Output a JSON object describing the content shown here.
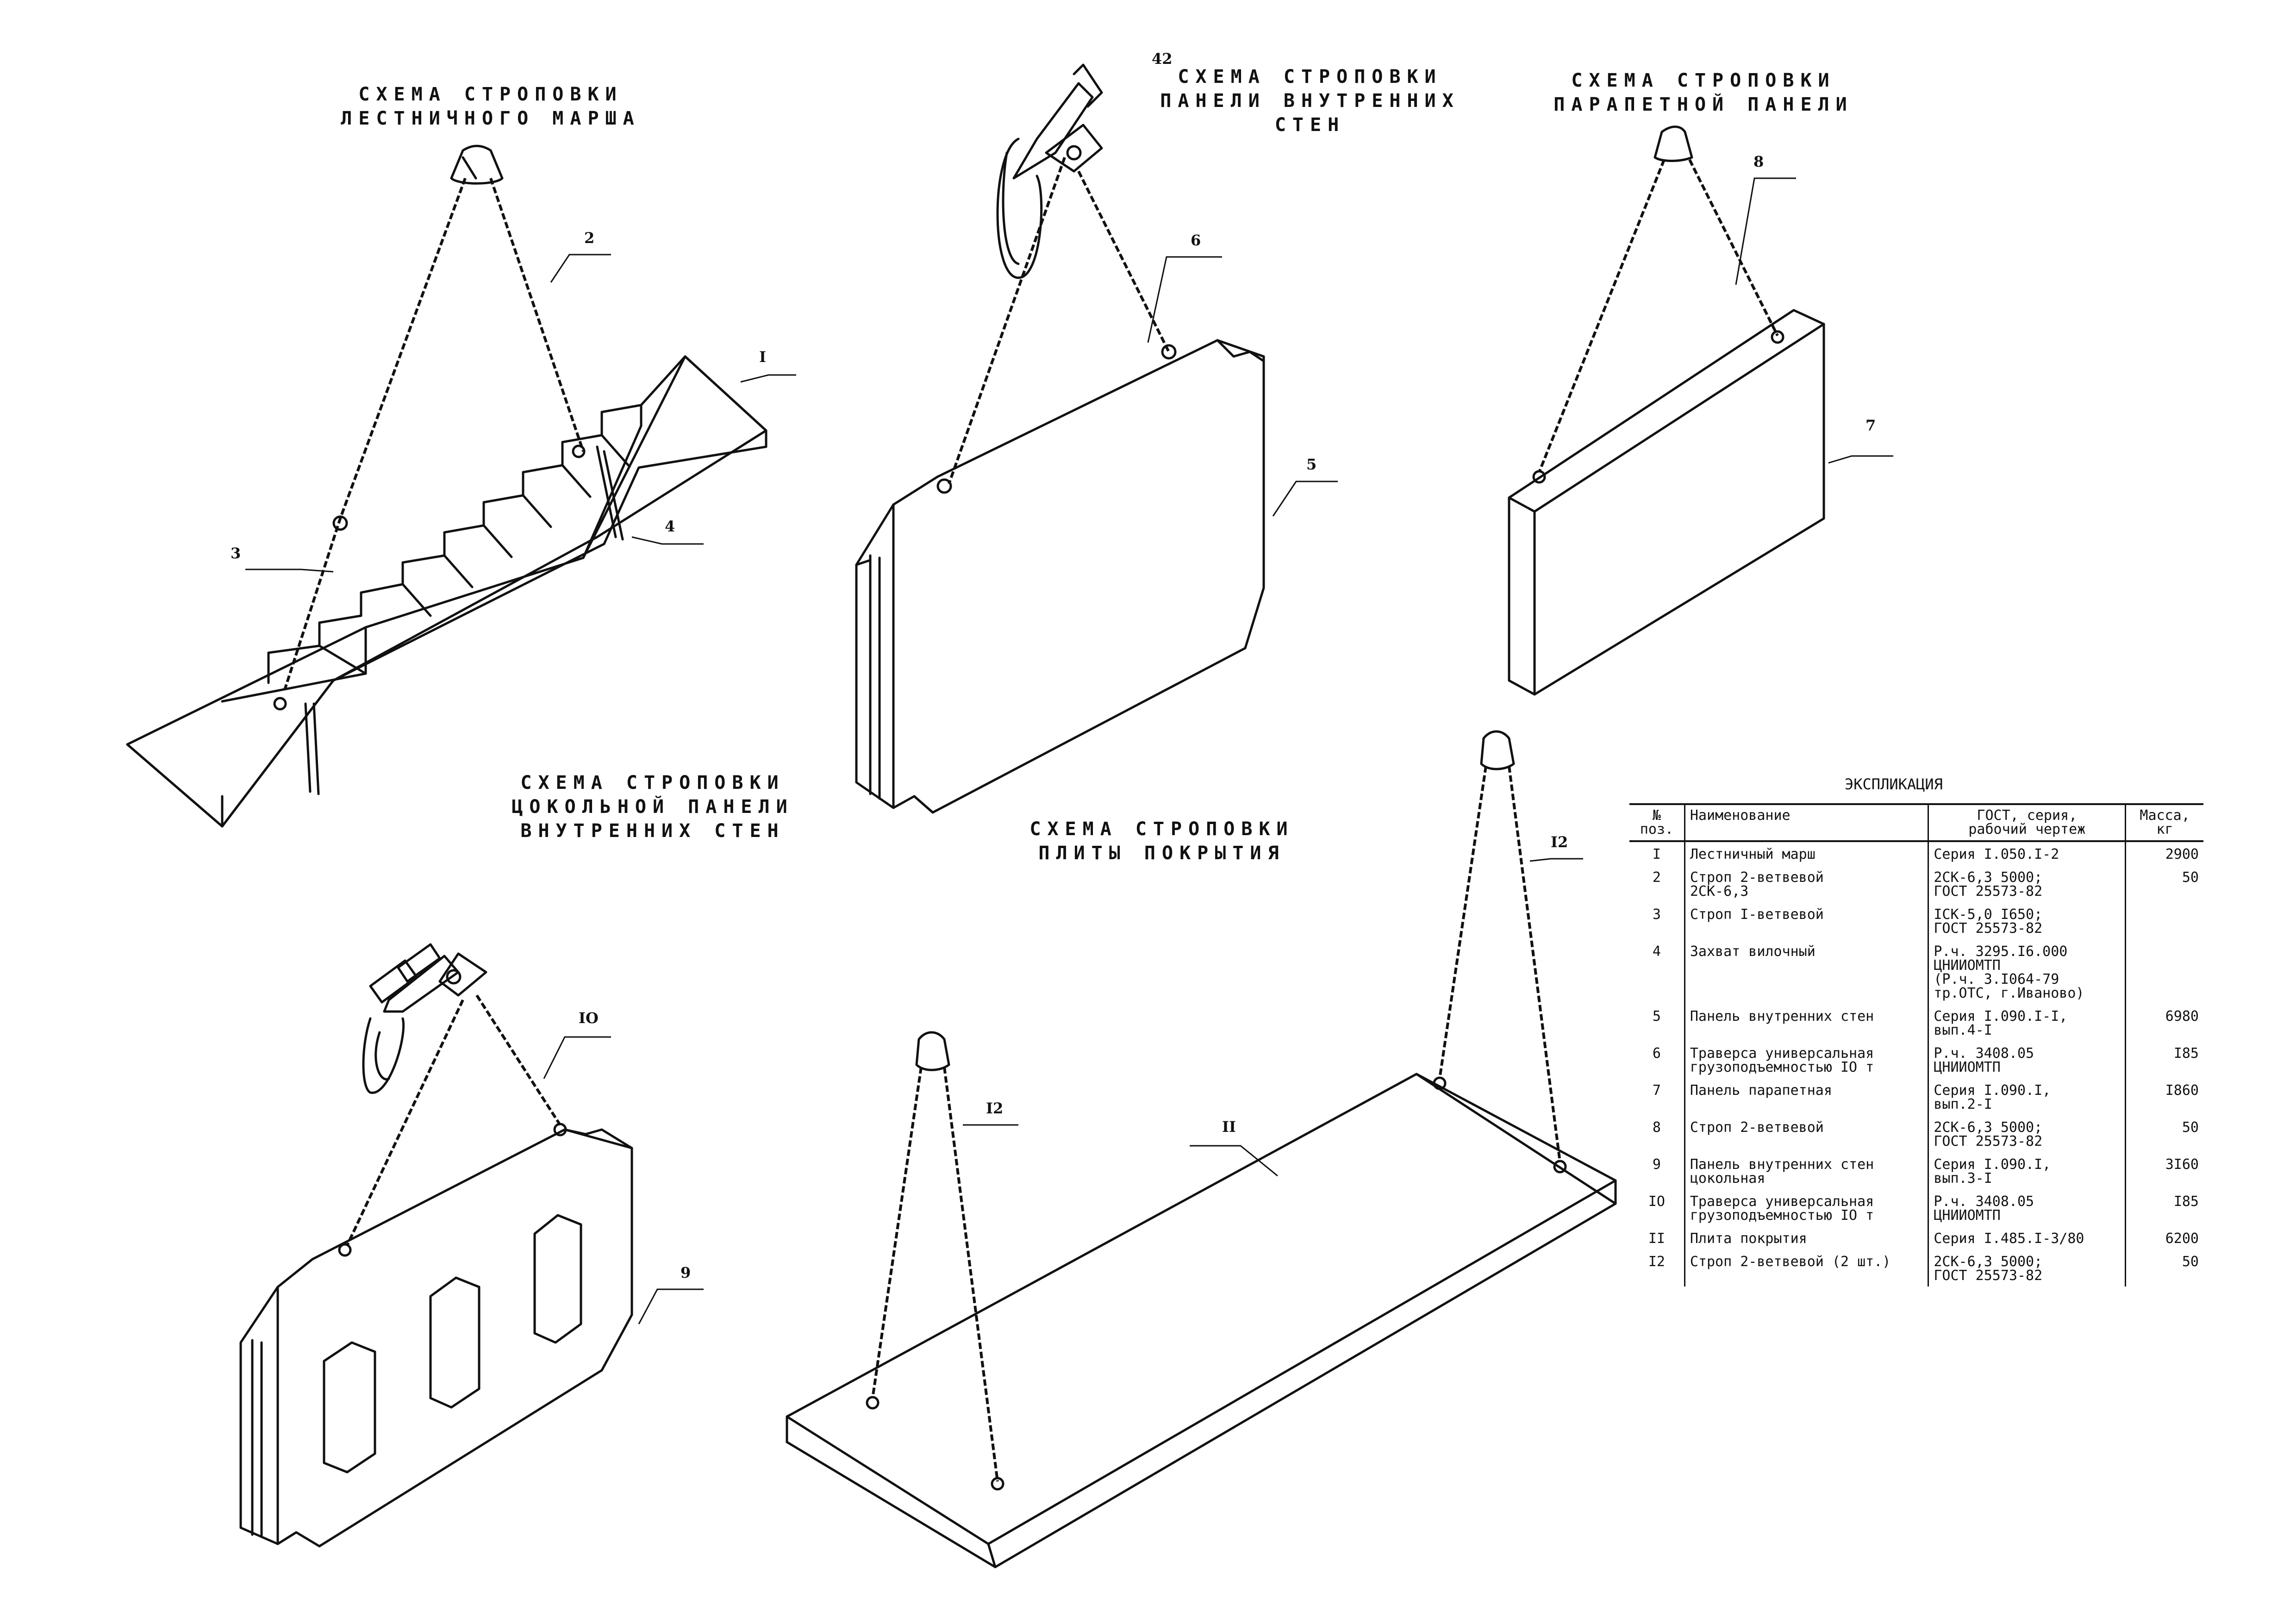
{
  "page_number": "42",
  "schemes": [
    {
      "title_line1": "СХЕМА СТРОПОВКИ",
      "title_line2": "ЛЕСТНИЧНОГО МАРША"
    },
    {
      "title_line1": "СХЕМА СТРОПОВКИ",
      "title_line2": "ПАНЕЛИ ВНУТРЕННИХ",
      "title_line3": "СТЕН"
    },
    {
      "title_line1": "СХЕМА СТРОПОВКИ",
      "title_line2": "ПАРАПЕТНОЙ ПАНЕЛИ"
    },
    {
      "title_line1": "СХЕМА СТРОПОВКИ",
      "title_line2": "ЦОКОЛЬНОЙ ПАНЕЛИ",
      "title_line3": "ВНУТРЕННИХ СТЕН"
    },
    {
      "title_line1": "СХЕМА СТРОПОВКИ",
      "title_line2": "ПЛИТЫ ПОКРЫТИЯ"
    }
  ],
  "position_labels": [
    "I",
    "2",
    "3",
    "4",
    "5",
    "6",
    "7",
    "8",
    "9",
    "IO",
    "II",
    "I2",
    "I2"
  ],
  "explication": {
    "title": "ЭКСПЛИКАЦИЯ",
    "headers": {
      "num_line1": "№",
      "num_line2": "поз.",
      "name": "Наименование",
      "gost_line1": "ГОСТ, серия,",
      "gost_line2": "рабочий чертеж",
      "mass_line1": "Масса,",
      "mass_line2": "кг"
    },
    "rows": [
      {
        "num": "I",
        "name1": "Лестничный марш",
        "name2": "",
        "gost1": "Серия I.050.I-2",
        "gost2": "",
        "gost3": "",
        "gost4": "",
        "mass": "2900"
      },
      {
        "num": "2",
        "name1": "Строп 2-ветвевой",
        "name2": "2СК-6,3",
        "gost1": "2СК-6,3 5000;",
        "gost2": "ГОСТ 25573-82",
        "gost3": "",
        "gost4": "",
        "mass": "50"
      },
      {
        "num": "3",
        "name1": "Строп I-ветвевой",
        "name2": "",
        "gost1": "IСК-5,0 I650;",
        "gost2": "ГОСТ 25573-82",
        "gost3": "",
        "gost4": "",
        "mass": ""
      },
      {
        "num": "4",
        "name1": "Захват вилочный",
        "name2": "",
        "gost1": "Р.ч. 3295.I6.000",
        "gost2": "ЦНИИОМТП",
        "gost3": "(Р.ч. 3.I064-79",
        "gost4": "тр.ОТС, г.Иваново)",
        "mass": ""
      },
      {
        "num": "5",
        "name1": "Панель внутренних стен",
        "name2": "",
        "gost1": "Серия I.090.I-I,",
        "gost2": "вып.4-I",
        "gost3": "",
        "gost4": "",
        "mass": "6980"
      },
      {
        "num": "6",
        "name1": "Траверса универсальная",
        "name2": "грузоподъемностью IO т",
        "gost1": "Р.ч. 3408.05",
        "gost2": "ЦНИИОМТП",
        "gost3": "",
        "gost4": "",
        "mass": "I85"
      },
      {
        "num": "7",
        "name1": "Панель парапетная",
        "name2": "",
        "gost1": "Серия I.090.I,",
        "gost2": "вып.2-I",
        "gost3": "",
        "gost4": "",
        "mass": "I860"
      },
      {
        "num": "8",
        "name1": "Строп 2-ветвевой",
        "name2": "",
        "gost1": "2СК-6,3 5000;",
        "gost2": "ГОСТ 25573-82",
        "gost3": "",
        "gost4": "",
        "mass": "50"
      },
      {
        "num": "9",
        "name1": "Панель внутренних стен",
        "name2": "цокольная",
        "gost1": "Серия I.090.I,",
        "gost2": "вып.3-I",
        "gost3": "",
        "gost4": "",
        "mass": "3I60"
      },
      {
        "num": "IO",
        "name1": "Траверса универсальная",
        "name2": "грузоподъемностью IO т",
        "gost1": "Р.ч. 3408.05",
        "gost2": "ЦНИИОМТП",
        "gost3": "",
        "gost4": "",
        "mass": "I85"
      },
      {
        "num": "II",
        "name1": "Плита покрытия",
        "name2": "",
        "gost1": "Серия I.485.I-3/80",
        "gost2": "",
        "gost3": "",
        "gost4": "",
        "mass": "6200"
      },
      {
        "num": "I2",
        "name1": "Строп 2-ветвевой (2 шт.)",
        "name2": "",
        "gost1": "2СК-6,3 5000;",
        "gost2": "ГОСТ 25573-82",
        "gost3": "",
        "gost4": "",
        "mass": "50"
      }
    ]
  }
}
